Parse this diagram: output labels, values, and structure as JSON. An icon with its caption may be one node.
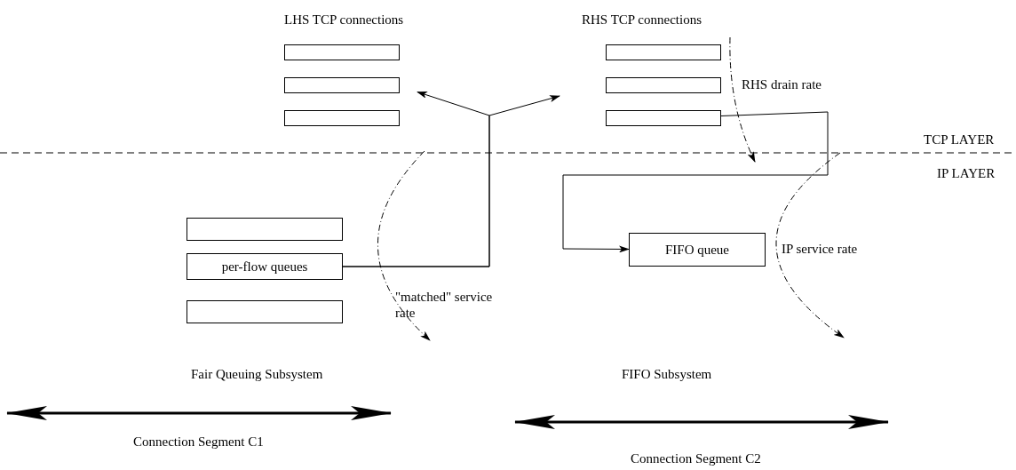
{
  "diagram": {
    "nodes": [
      {
        "text": [
          "LHS TCP connections"
        ]
      },
      {
        "text": [],
        "shape": "box",
        "in": 0
      },
      {
        "text": [],
        "shape": "box",
        "in": 0
      },
      {
        "text": [],
        "shape": "box",
        "in": 0
      },
      {
        "text": [
          "RHS TCP connections"
        ]
      },
      {
        "text": [],
        "shape": "box",
        "in": 4
      },
      {
        "text": [],
        "shape": "box",
        "in": 4
      },
      {
        "text": [],
        "shape": "box",
        "in": 4
      },
      {
        "text": [],
        "shape": "box"
      },
      {
        "text": [
          "per-flow queues"
        ]
      },
      {
        "text": [],
        "shape": "box"
      },
      {
        "text": [
          "FIFO queue"
        ]
      }
    ],
    "edges": [
      {
        "from": 9,
        "to": 0,
        "arrow": "to"
      },
      {
        "from": 9,
        "to": 4,
        "arrow": "to"
      },
      {
        "from": 7,
        "to": 11,
        "arrow": "to"
      }
    ],
    "labels": [
      "RHS drain rate",
      "TCP LAYER",
      "IP LAYER",
      "\"matched\" service rate",
      "IP service rate",
      "Fair Queuing Subsystem",
      "FIFO Subsystem",
      "Connection Segment C1",
      "Connection Segment C2"
    ]
  }
}
